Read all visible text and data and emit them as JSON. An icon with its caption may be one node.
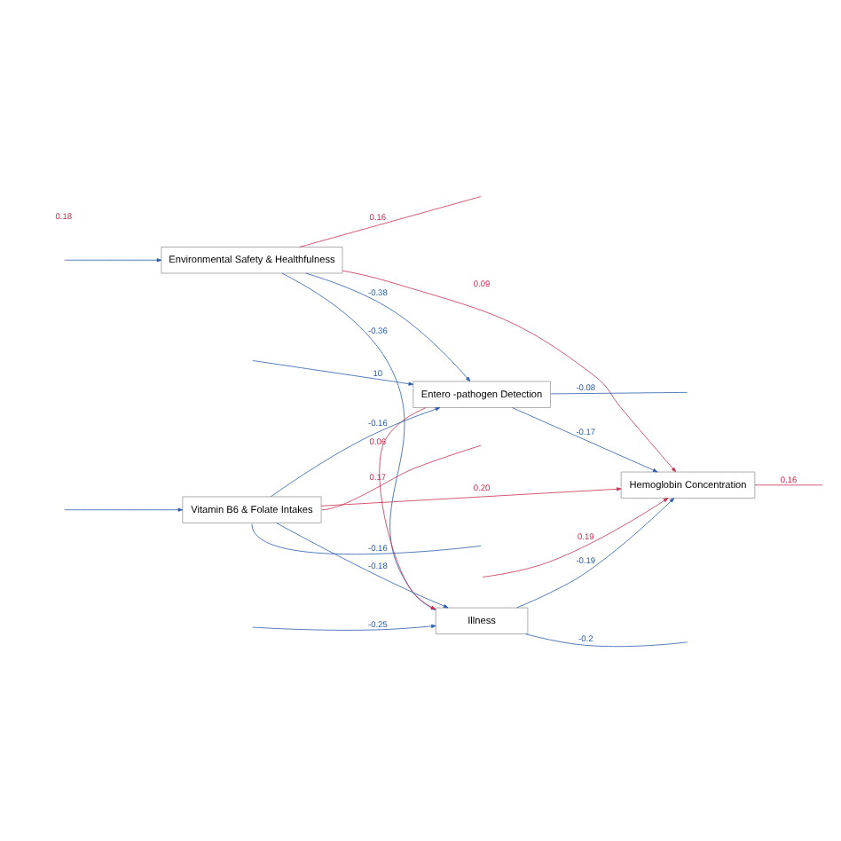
{
  "diagram": {
    "nodes": [
      {
        "text": [
          "Environmental Safety & Healthfulness"
        ]
      },
      {
        "text": [
          "Entero -pathogen Detection"
        ]
      },
      {
        "text": [
          "Hemoglobin Concentration"
        ]
      },
      {
        "text": [
          "Vitamin B6 & Folate Intakes"
        ]
      },
      {
        "text": [
          "Illness"
        ]
      }
    ],
    "edges": [
      {
        "from": 0,
        "to": 1,
        "arrow": "to",
        "label": "-0.38"
      },
      {
        "from": 1,
        "to": 2,
        "arrow": "to",
        "label": "-0.17"
      },
      {
        "from": 0,
        "to": 2,
        "arrow": "to",
        "label": "0.09",
        "color": "#c8304e"
      },
      {
        "from": 0,
        "to": 4,
        "arrow": "to",
        "label": "-0.36"
      },
      {
        "from": 3,
        "to": 1,
        "arrow": "to",
        "label": "-0.16"
      },
      {
        "from": null,
        "to": 1,
        "arrow": "to",
        "label": "10"
      },
      {
        "from": 1,
        "to": 4,
        "arrow": "to",
        "label": "0.06",
        "color": "#c8304e"
      },
      {
        "from": 4,
        "to": 2,
        "arrow": "to",
        "label": "-0.19"
      },
      {
        "from": null,
        "to": 2,
        "arrow": "to",
        "label": "0.19",
        "color": "#c8304e"
      },
      {
        "from": 3,
        "to": 2,
        "arrow": "to",
        "label": "0.20",
        "color": "#c8304e"
      },
      {
        "from": null,
        "to": 4,
        "arrow": "to",
        "label": "-0.25"
      },
      {
        "from": 3,
        "to": 4,
        "arrow": "to",
        "label": "-0.18"
      },
      {
        "from": 0,
        "to": null,
        "arrow": "none",
        "label": "0.16",
        "color": "#c8304e"
      },
      {
        "from": 1,
        "to": null,
        "arrow": "none",
        "label": "-0.08"
      },
      {
        "from": 2,
        "to": null,
        "arrow": "none",
        "label": "0.16",
        "color": "#c8304e"
      },
      {
        "from": 4,
        "to": null,
        "arrow": "none",
        "label": "-0.2"
      },
      {
        "from": 3,
        "to": null,
        "arrow": "none",
        "label": "-0.16"
      },
      {
        "from": 3,
        "to": null,
        "arrow": "none",
        "label": "0.17",
        "color": "#c8304e"
      },
      {
        "from": null,
        "to": 0,
        "arrow": "to"
      },
      {
        "from": null,
        "to": 3,
        "arrow": "to"
      }
    ],
    "labels": [
      "0.18"
    ]
  }
}
